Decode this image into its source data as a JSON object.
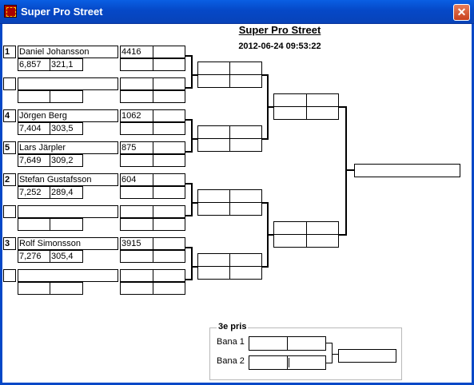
{
  "window": {
    "title": "Super Pro Street",
    "close_symbol": "✕"
  },
  "header": {
    "title": "Super Pro Street",
    "datetime": "2012-06-24 09:53:22"
  },
  "entries": [
    {
      "seed": "1",
      "name": "Daniel Johansson",
      "time": "6,857",
      "speed": "321,1",
      "number": "4416"
    },
    {
      "seed": "",
      "name": "",
      "time": "",
      "speed": "",
      "number": ""
    },
    {
      "seed": "4",
      "name": "Jörgen Berg",
      "time": "7,404",
      "speed": "303,5",
      "number": "1062"
    },
    {
      "seed": "5",
      "name": "Lars Järpler",
      "time": "7,649",
      "speed": "309,2",
      "number": "875"
    },
    {
      "seed": "2",
      "name": "Stefan Gustafsson",
      "time": "7,252",
      "speed": "289,4",
      "number": "604"
    },
    {
      "seed": "",
      "name": "",
      "time": "",
      "speed": "",
      "number": ""
    },
    {
      "seed": "3",
      "name": "Rolf Simonsson",
      "time": "7,276",
      "speed": "305,4",
      "number": "3915"
    },
    {
      "seed": "",
      "name": "",
      "time": "",
      "speed": "",
      "number": ""
    }
  ],
  "third_place": {
    "title": "3e pris",
    "lane1": "Bana 1",
    "lane2": "Bana 2"
  }
}
